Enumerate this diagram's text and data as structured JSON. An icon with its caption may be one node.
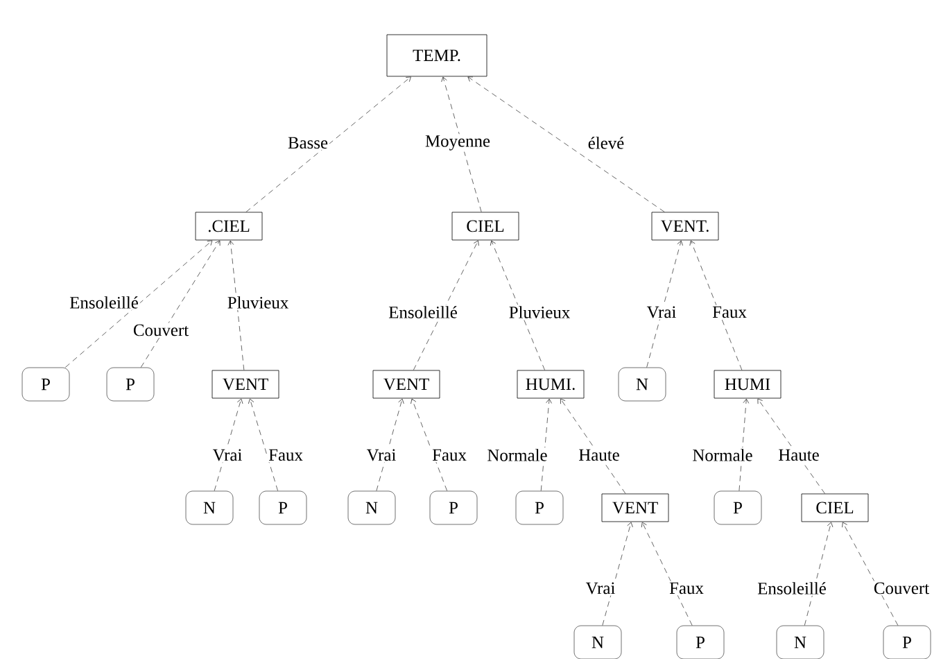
{
  "diagram": {
    "nodes": [
      {
        "text": [
          "TEMP."
        ]
      },
      {
        "text": [
          ".CIEL"
        ]
      },
      {
        "text": [
          "CIEL"
        ]
      },
      {
        "text": [
          "VENT."
        ]
      },
      {
        "text": [
          "P"
        ]
      },
      {
        "text": [
          "P"
        ]
      },
      {
        "text": [
          "VENT"
        ]
      },
      {
        "text": [
          "VENT"
        ]
      },
      {
        "text": [
          "HUMI."
        ]
      },
      {
        "text": [
          "N"
        ]
      },
      {
        "text": [
          "HUMI"
        ]
      },
      {
        "text": [
          "N"
        ]
      },
      {
        "text": [
          "P"
        ]
      },
      {
        "text": [
          "N"
        ]
      },
      {
        "text": [
          "P"
        ]
      },
      {
        "text": [
          "P"
        ]
      },
      {
        "text": [
          "VENT"
        ]
      },
      {
        "text": [
          "P"
        ]
      },
      {
        "text": [
          "CIEL"
        ]
      },
      {
        "text": [
          "N"
        ]
      },
      {
        "text": [
          "P"
        ]
      },
      {
        "text": [
          "N"
        ]
      },
      {
        "text": [
          "P"
        ]
      }
    ],
    "edges": [
      {
        "from": 1,
        "to": 0,
        "arrow": "to",
        "label": "Basse"
      },
      {
        "from": 2,
        "to": 0,
        "arrow": "to",
        "label": "Moyenne"
      },
      {
        "from": 3,
        "to": 0,
        "arrow": "to",
        "label": "élevé"
      },
      {
        "from": 4,
        "to": 1,
        "arrow": "to",
        "label": "Ensoleillé"
      },
      {
        "from": 5,
        "to": 1,
        "arrow": "to",
        "label": "Couvert"
      },
      {
        "from": 6,
        "to": 1,
        "arrow": "to",
        "label": "Pluvieux"
      },
      {
        "from": 7,
        "to": 2,
        "arrow": "to",
        "label": "Ensoleillé"
      },
      {
        "from": 8,
        "to": 2,
        "arrow": "to",
        "label": "Pluvieux"
      },
      {
        "from": 9,
        "to": 3,
        "arrow": "to",
        "label": "Vrai"
      },
      {
        "from": 10,
        "to": 3,
        "arrow": "to",
        "label": "Faux"
      },
      {
        "from": 11,
        "to": 6,
        "arrow": "to",
        "label": "Vrai"
      },
      {
        "from": 12,
        "to": 6,
        "arrow": "to",
        "label": "Faux"
      },
      {
        "from": 13,
        "to": 7,
        "arrow": "to",
        "label": "Vrai"
      },
      {
        "from": 14,
        "to": 7,
        "arrow": "to",
        "label": "Faux"
      },
      {
        "from": 15,
        "to": 8,
        "arrow": "to",
        "label": "Normale"
      },
      {
        "from": 16,
        "to": 8,
        "arrow": "to",
        "label": "Haute"
      },
      {
        "from": 17,
        "to": 10,
        "arrow": "to",
        "label": "Normale"
      },
      {
        "from": 18,
        "to": 10,
        "arrow": "to",
        "label": "Haute"
      },
      {
        "from": 19,
        "to": 16,
        "arrow": "to",
        "label": "Vrai"
      },
      {
        "from": 20,
        "to": 16,
        "arrow": "to",
        "label": "Faux"
      },
      {
        "from": 21,
        "to": 18,
        "arrow": "to",
        "label": "Ensoleillé"
      },
      {
        "from": 22,
        "to": 18,
        "arrow": "to",
        "label": "Couvert"
      }
    ]
  }
}
